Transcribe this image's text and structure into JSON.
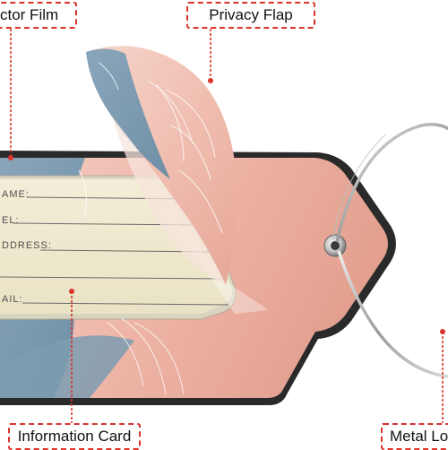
{
  "callouts": {
    "protector_film": "ctor Film",
    "privacy_flap": "Privacy Flap",
    "information_card": "Information Card",
    "metal_loop": "Metal Lo"
  },
  "card_fields": {
    "name": "AME:",
    "tel": "EL:",
    "address": "DDRESS:",
    "email": "AIL:"
  },
  "colors": {
    "callout_border": "#d9332b",
    "tag_blue": "#7f9db2",
    "tag_pink": "#ebb1a2",
    "card_cream": "#efe9cf"
  }
}
